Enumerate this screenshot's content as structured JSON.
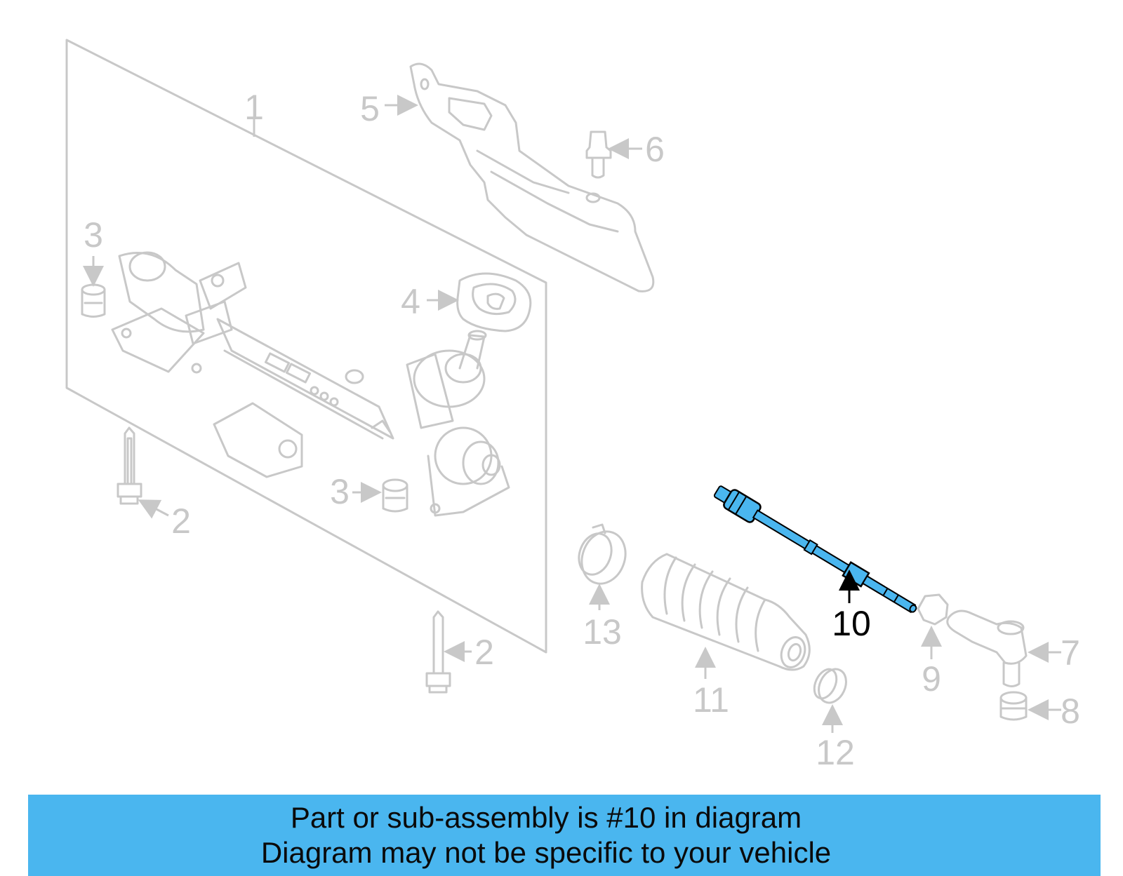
{
  "callouts": {
    "c1": "1",
    "c2a": "2",
    "c2b": "2",
    "c3a": "3",
    "c3b": "3",
    "c4": "4",
    "c5": "5",
    "c6": "6",
    "c7": "7",
    "c8": "8",
    "c9": "9",
    "c10": "10",
    "c11": "11",
    "c12": "12",
    "c13": "13"
  },
  "highlight": {
    "part_number": "10",
    "color": "#4ab6ef",
    "inactive_color": "#c8c8c8"
  },
  "banner": {
    "line1": "Part or sub-assembly is #10 in diagram",
    "line2": "Diagram may not be specific to your vehicle"
  }
}
